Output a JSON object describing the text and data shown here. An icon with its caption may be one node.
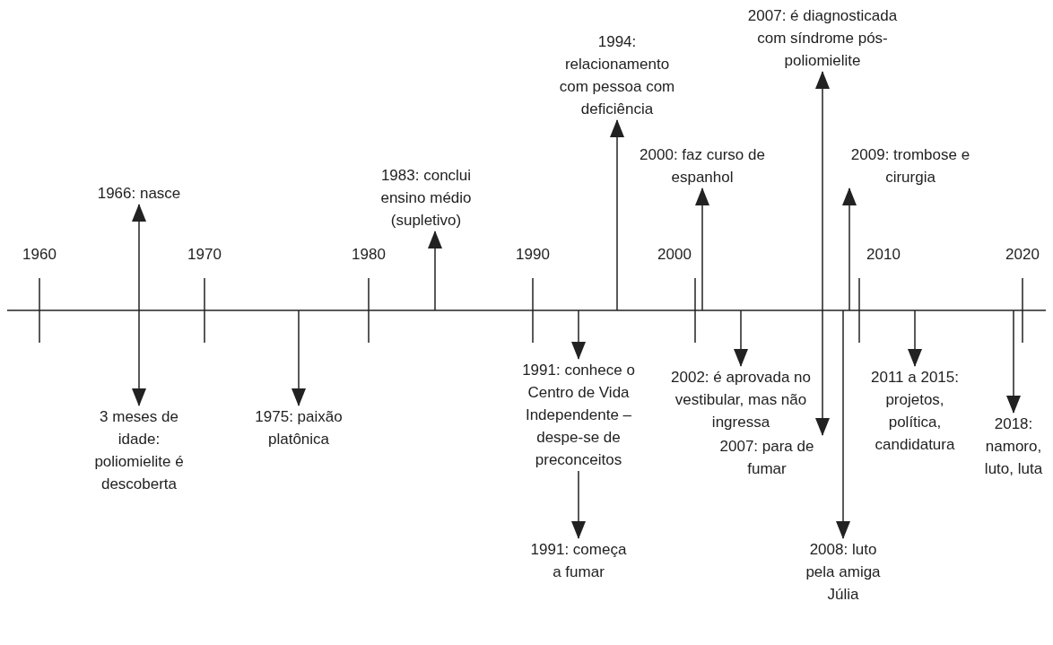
{
  "diagram": {
    "nodes": [
      {
        "text": [
          "1966: nasce"
        ]
      },
      {
        "text": [
          "3 meses de idade: poliomielite é descoberta"
        ]
      },
      {
        "text": [
          "1975: paixão platônica"
        ]
      },
      {
        "text": [
          "1983: conclui ensino médio (supletivo)"
        ]
      },
      {
        "text": [
          "1991: conhece o Centro de Vida Independente – despe-se de preconceitos"
        ]
      },
      {
        "text": [
          "1991: começa a fumar"
        ]
      },
      {
        "text": [
          "1994: relacionamento com pessoa com deficiência"
        ]
      },
      {
        "text": [
          "2000: faz curso de espanhol"
        ]
      },
      {
        "text": [
          "2002: é aprovada no vestibular, mas não ingressa"
        ]
      },
      {
        "text": [
          "2007: é diagnosticada com síndrome pós-poliomielite"
        ]
      },
      {
        "text": [
          "2007: para de fumar"
        ]
      },
      {
        "text": [
          "2008: luto pela amiga Júlia"
        ]
      },
      {
        "text": [
          "2009: trombose e cirurgia"
        ]
      },
      {
        "text": [
          "2011 a 2015: projetos, política, candidatura"
        ]
      },
      {
        "text": [
          "2018: namoro, luto, luta"
        ]
      }
    ],
    "edges": [
      {
        "from": 0,
        "to": 1,
        "arrow": "both"
      },
      {
        "from": null,
        "to": 2,
        "arrow": "to"
      },
      {
        "from": null,
        "to": 3,
        "arrow": "to"
      },
      {
        "from": null,
        "to": 4,
        "arrow": "to"
      },
      {
        "from": 4,
        "to": 5,
        "arrow": "to"
      },
      {
        "from": null,
        "to": 6,
        "arrow": "to"
      },
      {
        "from": null,
        "to": 7,
        "arrow": "to"
      },
      {
        "from": null,
        "to": 8,
        "arrow": "to"
      },
      {
        "from": 9,
        "to": 10,
        "arrow": "both"
      },
      {
        "from": null,
        "to": 11,
        "arrow": "to"
      },
      {
        "from": null,
        "to": 12,
        "arrow": "to"
      },
      {
        "from": null,
        "to": 13,
        "arrow": "to"
      },
      {
        "from": null,
        "to": 14,
        "arrow": "to"
      }
    ],
    "labels": [
      "1960",
      "1970",
      "1980",
      "1990",
      "2000",
      "2010",
      "2020"
    ]
  }
}
